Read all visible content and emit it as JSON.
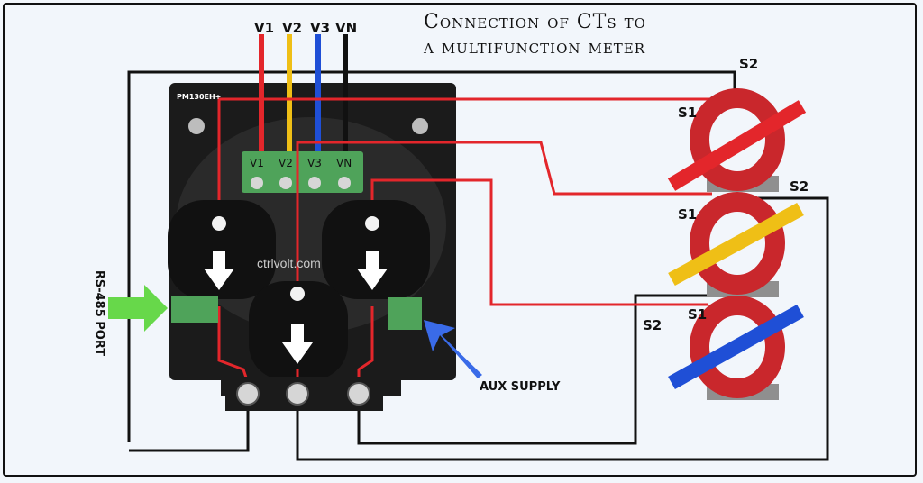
{
  "title": {
    "line1": "Connection of CTs to",
    "line2": "a multifunction meter"
  },
  "voltage_leads": [
    "V1",
    "V2",
    "V3",
    "VN"
  ],
  "terminal_block": [
    "V1",
    "V2",
    "V3",
    "VN"
  ],
  "meter_model": "PM130EH+",
  "ct_labels": [
    {
      "s1": "S1",
      "s2": "S2",
      "phase_color": "#e8262b"
    },
    {
      "s1": "S1",
      "s2": "S2",
      "phase_color": "#f1c21b"
    },
    {
      "s1": "S1",
      "s2": "S2",
      "phase_color": "#2151c9"
    }
  ],
  "watermark": "ctrlvolt.com",
  "rs485_label": "RS-485 PORT",
  "aux_label": "AUX SUPPLY",
  "colors": {
    "red": "#e3262b",
    "yellow": "#efbf16",
    "blue": "#1f4fd6",
    "black": "#111111",
    "green_arrow": "#67d84a",
    "blue_arrow": "#3a6be8",
    "ct_red": "#c9272c"
  }
}
